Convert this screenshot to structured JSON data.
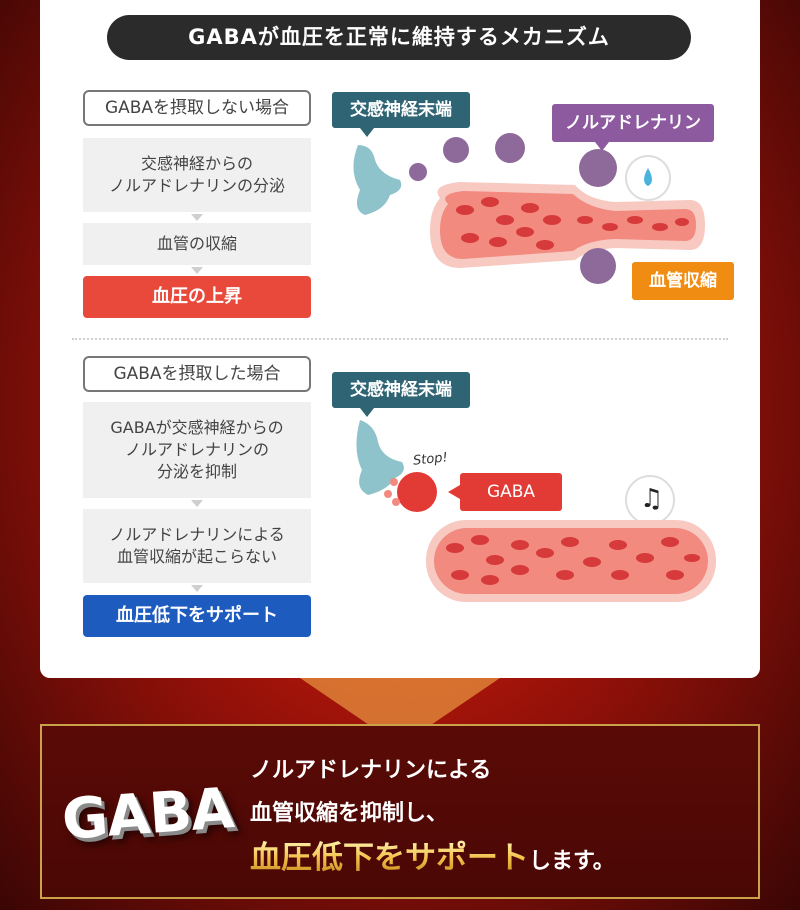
{
  "title": "GABAが血圧を正常に維持するメカニズム",
  "without_gaba": {
    "label": "GABAを摂取しない場合",
    "steps": [
      "交感神経からの\nノルアドレナリンの分泌",
      "血管の収縮"
    ],
    "result": "血圧の上昇",
    "diagram": {
      "nerve_tag": "交感神経末端",
      "hormone_tag": "ノルアドレナリン",
      "effect_tag": "血管収縮"
    }
  },
  "with_gaba": {
    "label": "GABAを摂取した場合",
    "steps": [
      "GABAが交感神経からの\nノルアドレナリンの\n分泌を抑制",
      "ノルアドレナリンによる\n血管収縮が起こらない"
    ],
    "result": "血圧低下をサポート",
    "diagram": {
      "nerve_tag": "交感神経末端",
      "stop_text": "Stop!",
      "gaba_tag": "GABA"
    }
  },
  "summary": {
    "logo": "GABA",
    "line1": "ノルアドレナリンによる",
    "line2": "血管収縮を抑制し、",
    "highlight": "血圧低下をサポート",
    "tail": "します。"
  },
  "colors": {
    "result_red": "#e8493a",
    "result_blue": "#1e5bbf",
    "tag_teal": "#2f6474",
    "tag_purple": "#8d5aa0",
    "tag_orange": "#f08c12",
    "tag_red": "#e23a35",
    "vessel": "#f28a80"
  }
}
